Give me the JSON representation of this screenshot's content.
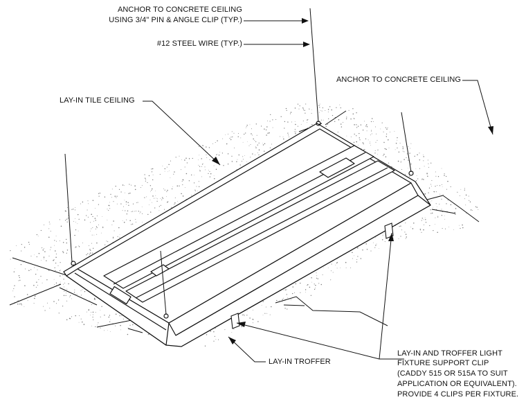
{
  "labels": {
    "anchor_pin_line1": "ANCHOR TO CONCRETE CEILING",
    "anchor_pin_line2": "USING 3/4\" PIN & ANGLE CLIP (TYP.)",
    "steel_wire": "#12 STEEL WIRE (TYP.)",
    "anchor_ceiling": "ANCHOR TO CONCRETE CEILING",
    "tile_ceiling": "LAY-IN TILE CEILING",
    "troffer": "LAY-IN TROFFER",
    "clip_line1": "LAY-IN AND TROFFER LIGHT",
    "clip_line2": "FIXTURE SUPPORT CLIP",
    "clip_line3": "(CADDY 515 OR 515A TO SUIT",
    "clip_line4": "APPLICATION OR EQUIVALENT).",
    "clip_line5": "PROVIDE 4 CLIPS PER FIXTURE."
  },
  "colors": {
    "line": "#111111",
    "stipple": "#7a7a7a",
    "background": "#ffffff"
  }
}
